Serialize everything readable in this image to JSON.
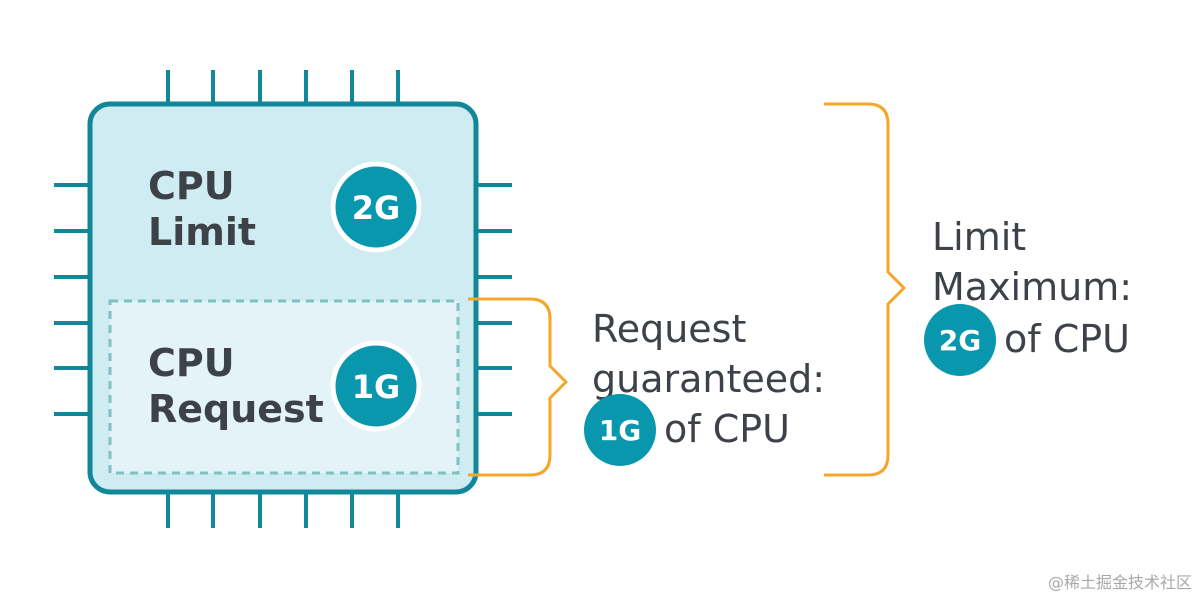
{
  "chip": {
    "limit": {
      "line1": "CPU",
      "line2": "Limit",
      "badge": "2G"
    },
    "request": {
      "line1": "CPU",
      "line2": "Request",
      "badge": "1G"
    }
  },
  "request_note": {
    "line1": "Request",
    "line2": "guaranteed:",
    "badge": "1G",
    "suffix": "of CPU"
  },
  "limit_note": {
    "line1": "Limit",
    "line2": "Maximum:",
    "badge": "2G",
    "suffix": "of CPU"
  },
  "watermark": "@稀土掘金技术社区",
  "colors": {
    "chip_border": "#13879a",
    "chip_fill": "#ceecf2",
    "request_fill": "#e3f3f7",
    "request_dash": "#7fbfc6",
    "badge": "#0997ad",
    "bracket": "#f4a628",
    "text": "#3d4148"
  }
}
